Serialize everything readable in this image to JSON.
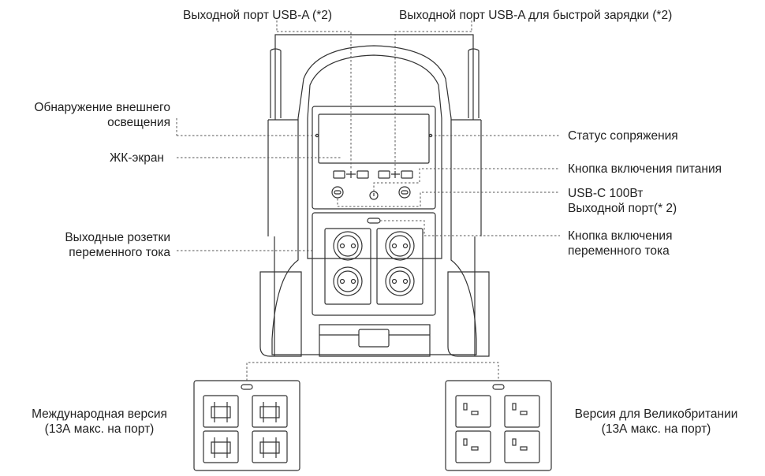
{
  "callouts": {
    "usb_a_output": "Выходной порт USB-A (*2)",
    "usb_a_fast_output": "Выходной порт USB-A для быстрой зарядки (*2)",
    "ambient_light_line1": "Обнаружение внешнего",
    "ambient_light_line2": "освещения",
    "pairing_status": "Статус сопряжения",
    "lcd_screen": "ЖК-экран",
    "power_button": "Кнопка включения питания",
    "usb_c_line1": "USB-C 100Вт",
    "usb_c_line2": "Выходной порт(* 2)",
    "ac_outlets_line1": "Выходные розетки",
    "ac_outlets_line2": "переменного тока",
    "ac_button_line1": "Кнопка включения",
    "ac_button_line2": "переменного тока"
  },
  "versions": {
    "international_line1": "Международная версия",
    "international_line2": "(13А макс. на порт)",
    "uk_line1": "Версия для Великобритании",
    "uk_line2": "(13А макс. на порт)"
  },
  "colors": {
    "outline": "#333333",
    "leader": "#555555"
  },
  "icons": {
    "power": "power-icon",
    "usb_c": "usb-c-port-icon"
  }
}
